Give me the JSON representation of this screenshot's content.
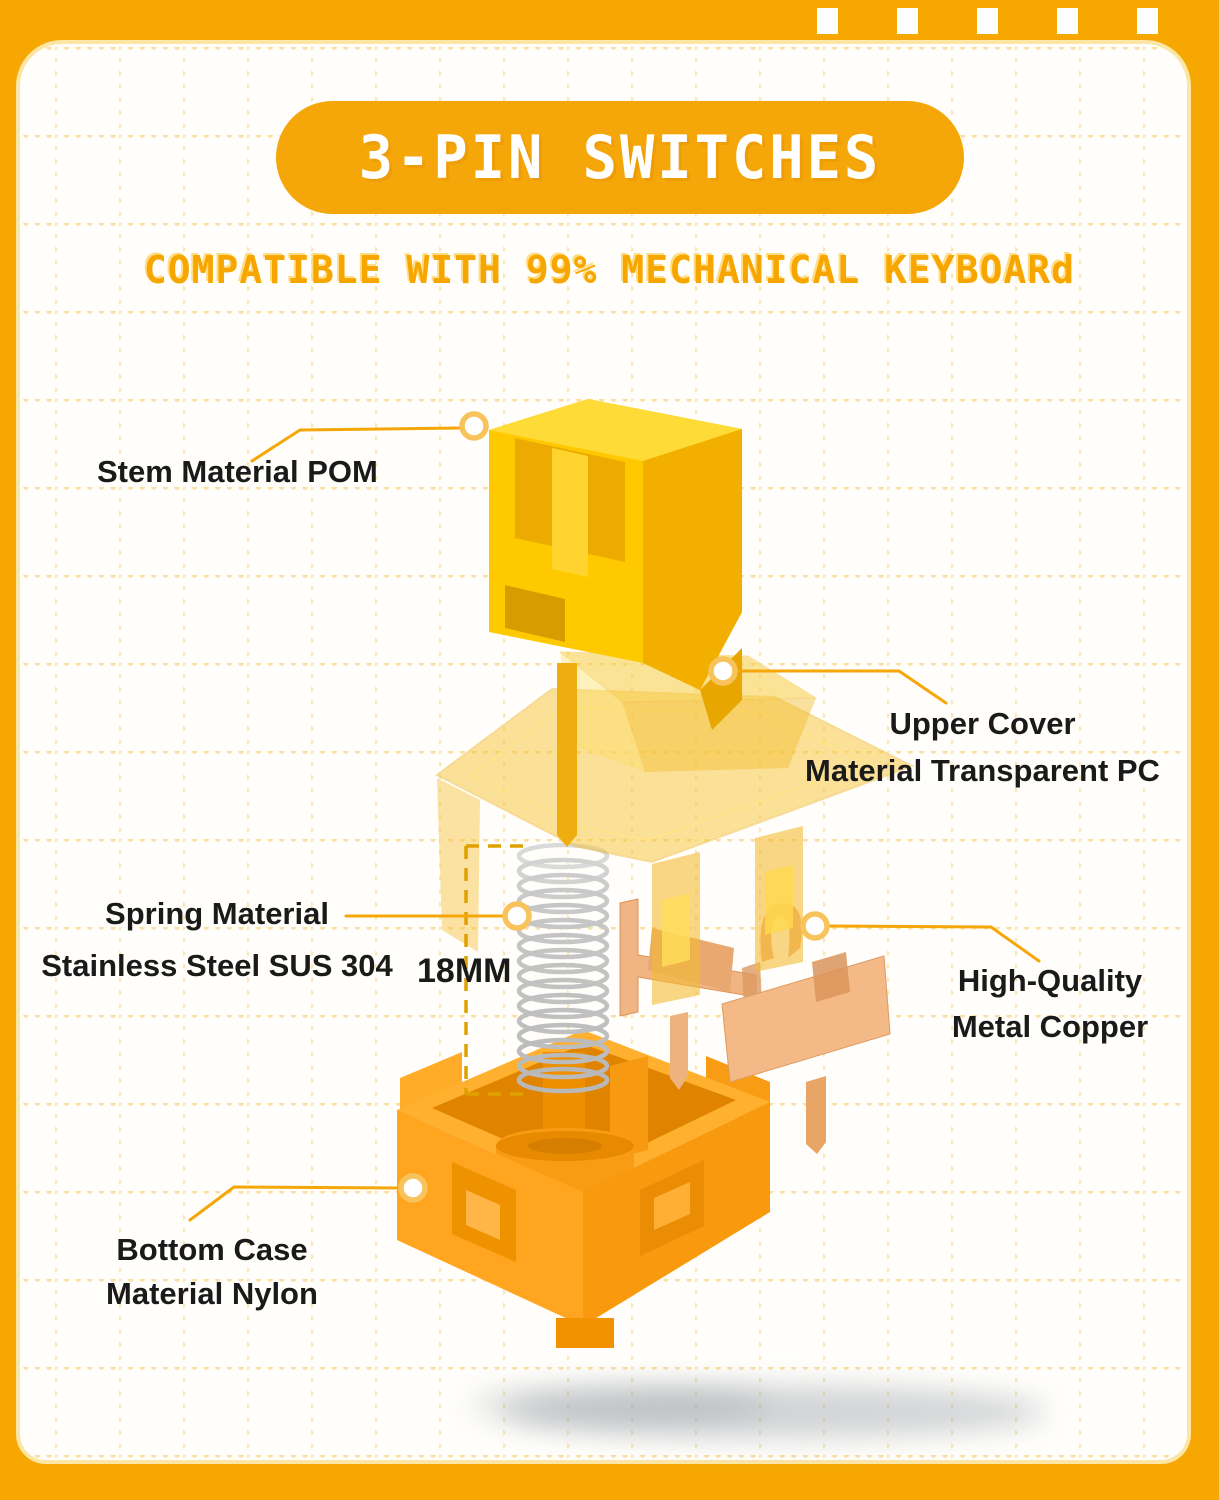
{
  "header": {
    "title": "3-PIN SWITCHES",
    "subtitle": "COMPATIBLE WITH 99% MECHANICAL KEYBOARd"
  },
  "diagram": {
    "parts": [
      {
        "id": "stem",
        "lines": [
          "Stem Material POM"
        ]
      },
      {
        "id": "upper-cover",
        "lines": [
          "Upper Cover",
          "Material Transparent PC"
        ]
      },
      {
        "id": "spring",
        "lines": [
          "Spring Material",
          "Stainless Steel SUS 304"
        ],
        "dimension": "18MM"
      },
      {
        "id": "copper-contacts",
        "lines": [
          "High-Quality",
          "Metal Copper"
        ]
      },
      {
        "id": "bottom-case",
        "lines": [
          "Bottom Case",
          "Material Nylon"
        ]
      }
    ]
  },
  "icons": {
    "marker": "leader-circle-dot",
    "deco": "film-strip-squares"
  },
  "colors": {
    "frame": "#F6A702",
    "page_bg": "#FFFEFB",
    "page_edge": "#FBE6A6",
    "grid_dots": "#FBE3A8",
    "pill": "#F5A70A",
    "title_text": "#FFFFFF",
    "subtitle_text": "#F7A600",
    "label_text": "#1A1A1A",
    "leader_line": "#F5A70A",
    "marker_ring": "#F8C35B",
    "dimension_dash": "#DFA000",
    "stem_yellow": "#FFC900",
    "cover_translucent_yellow": "#F8C63C",
    "spring_silver": "#C6C6C6",
    "copper": "#F1B583",
    "bottom_case_orange": "#FFA51F"
  }
}
